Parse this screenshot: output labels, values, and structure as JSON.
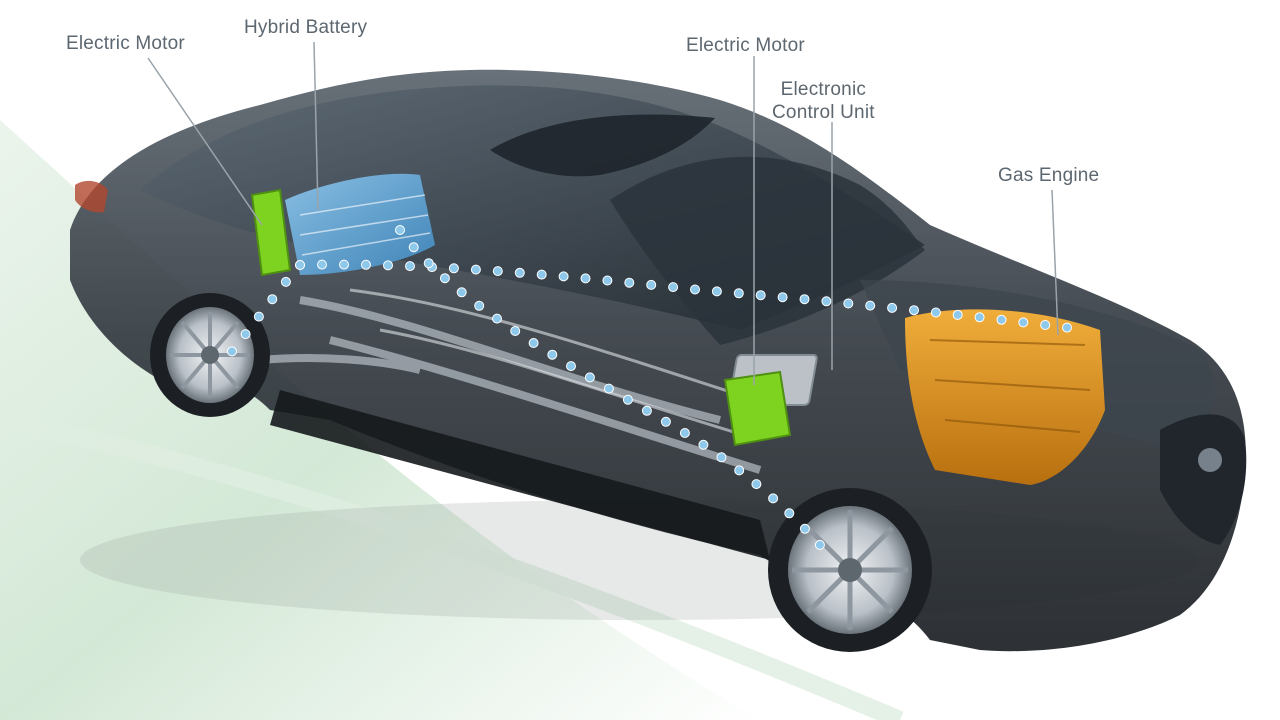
{
  "labels": {
    "electric_motor_rear": "Electric Motor",
    "hybrid_battery": "Hybrid Battery",
    "electric_motor_front": "Electric Motor",
    "ecu_line1": "Electronic",
    "ecu_line2": "Control Unit",
    "gas_engine": "Gas Engine"
  },
  "colors": {
    "battery": "#5ea8d8",
    "electric_motor": "#7ed321",
    "gas_engine": "#e59a1e",
    "power_flow_dots": "#8ec8ea",
    "car_body": "#2c3238",
    "callout_text": "#5d6770"
  },
  "icons": {
    "car": "hybrid-car-cutaway-illustration"
  }
}
